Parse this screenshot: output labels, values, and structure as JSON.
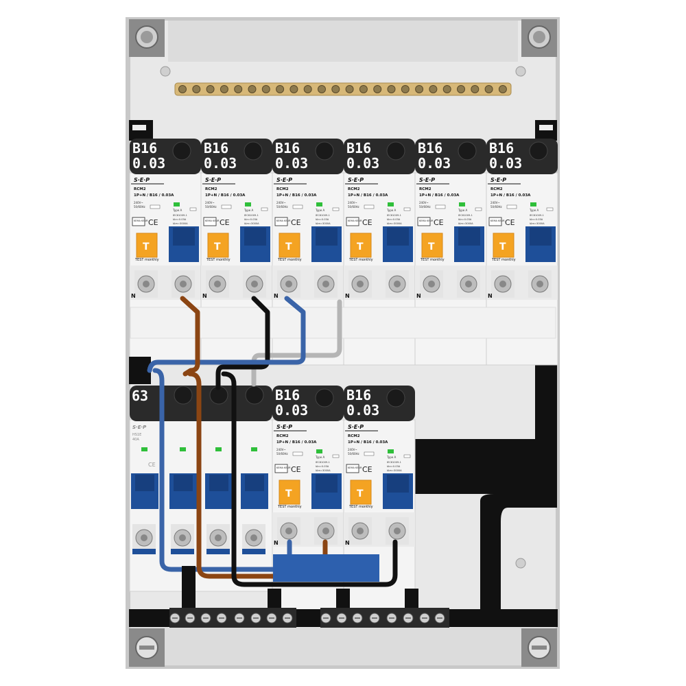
{
  "panel": {
    "top_row": [
      {
        "rating": "B16",
        "sensitivity": "0.03"
      },
      {
        "rating": "B16",
        "sensitivity": "0.03"
      },
      {
        "rating": "B16",
        "sensitivity": "0.03"
      },
      {
        "rating": "B16",
        "sensitivity": "0.03"
      },
      {
        "rating": "B16",
        "sensitivity": "0.03"
      },
      {
        "rating": "B16",
        "sensitivity": "0.03"
      }
    ],
    "main_switch": {
      "rating": "63",
      "brand": "S·E·P",
      "model": "HS1E",
      "amps": "40A"
    },
    "bottom_row": [
      {
        "rating": "B16",
        "sensitivity": "0.03"
      },
      {
        "rating": "B16",
        "sensitivity": "0.03"
      }
    ],
    "rcbo": {
      "brand": "S·E·P",
      "model": "RCM2",
      "spec": "1P+N / B16 / 0.03A",
      "voltage": "240V~",
      "freq": "50/60Hz",
      "type": "Type A",
      "standard": "IEC61009-1",
      "idn": "IΔn=0.03A",
      "icn": "IΔm=3000A",
      "kema": "KEMA KEUR",
      "ce": "CE",
      "test_label": "TEST monthly",
      "test_button": "T",
      "neutral_label": "N"
    },
    "colors": {
      "enclosure": "#e6e6e6",
      "frame": "#bdbdbd",
      "din_cap": "#2a2a2a",
      "toggle_blue": "#1e4f99",
      "test_orange": "#f4a322",
      "wire_brown": "#8b4513",
      "wire_blue": "#3a64a8",
      "wire_black": "#111111",
      "wire_grey": "#b5b5b5",
      "busbar_brass": "#d7b878"
    }
  }
}
